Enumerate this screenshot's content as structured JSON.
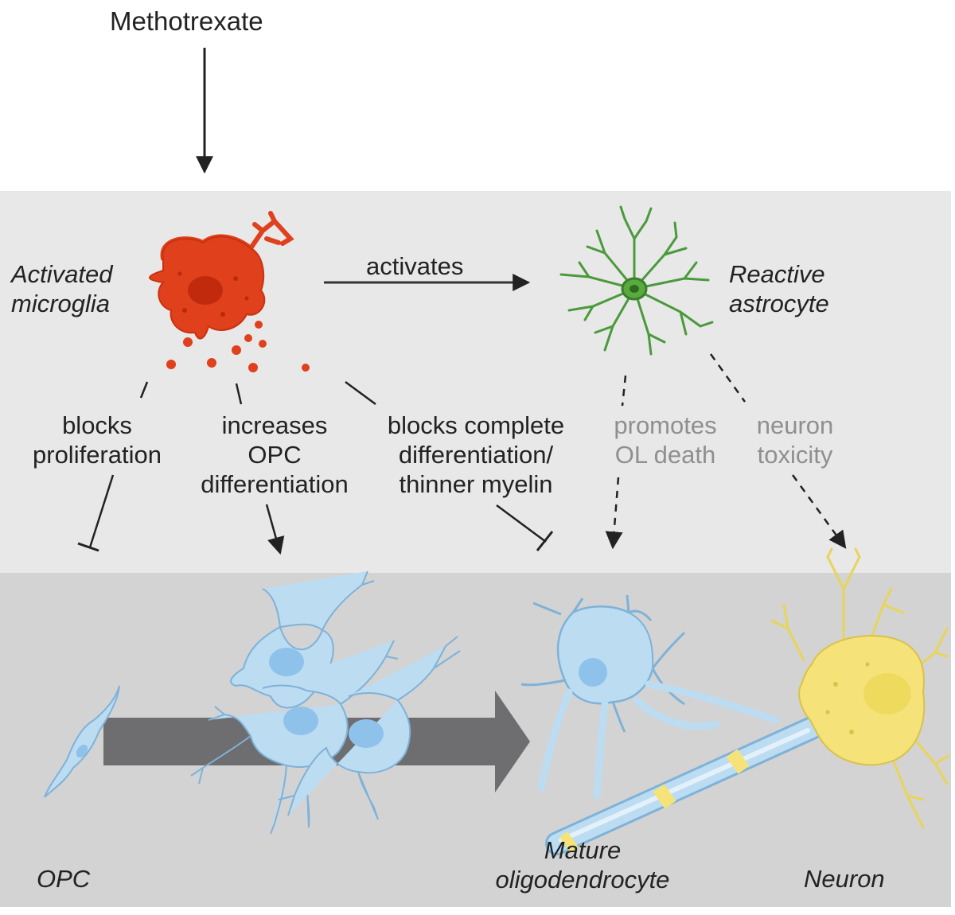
{
  "drug": {
    "name": "Methotrexate"
  },
  "cells": {
    "microglia": {
      "line1": "Activated",
      "line2": "microglia",
      "color": "#e0401c"
    },
    "astrocyte": {
      "line1": "Reactive",
      "line2": "astrocyte",
      "color": "#4a9a3c"
    },
    "opc": {
      "label": "OPC",
      "color": "#bcdcf2"
    },
    "oligodendrocyte": {
      "line1": "Mature",
      "line2": "oligodendrocyte",
      "color": "#bcdcf2"
    },
    "neuron": {
      "label": "Neuron",
      "color": "#f5e37a"
    }
  },
  "effects": {
    "activates": "activates",
    "blocks_proliferation": {
      "line1": "blocks",
      "line2": "proliferation"
    },
    "increases_opc_diff": {
      "line1": "increases",
      "line2": "OPC",
      "line3": "differentiation"
    },
    "blocks_complete_diff": {
      "line1": "blocks complete",
      "line2": "differentiation/",
      "line3": "thinner myelin"
    },
    "promotes_ol_death": {
      "line1": "promotes",
      "line2": "OL death"
    },
    "neuron_toxicity": {
      "line1": "neuron",
      "line2": "toxicity"
    }
  }
}
